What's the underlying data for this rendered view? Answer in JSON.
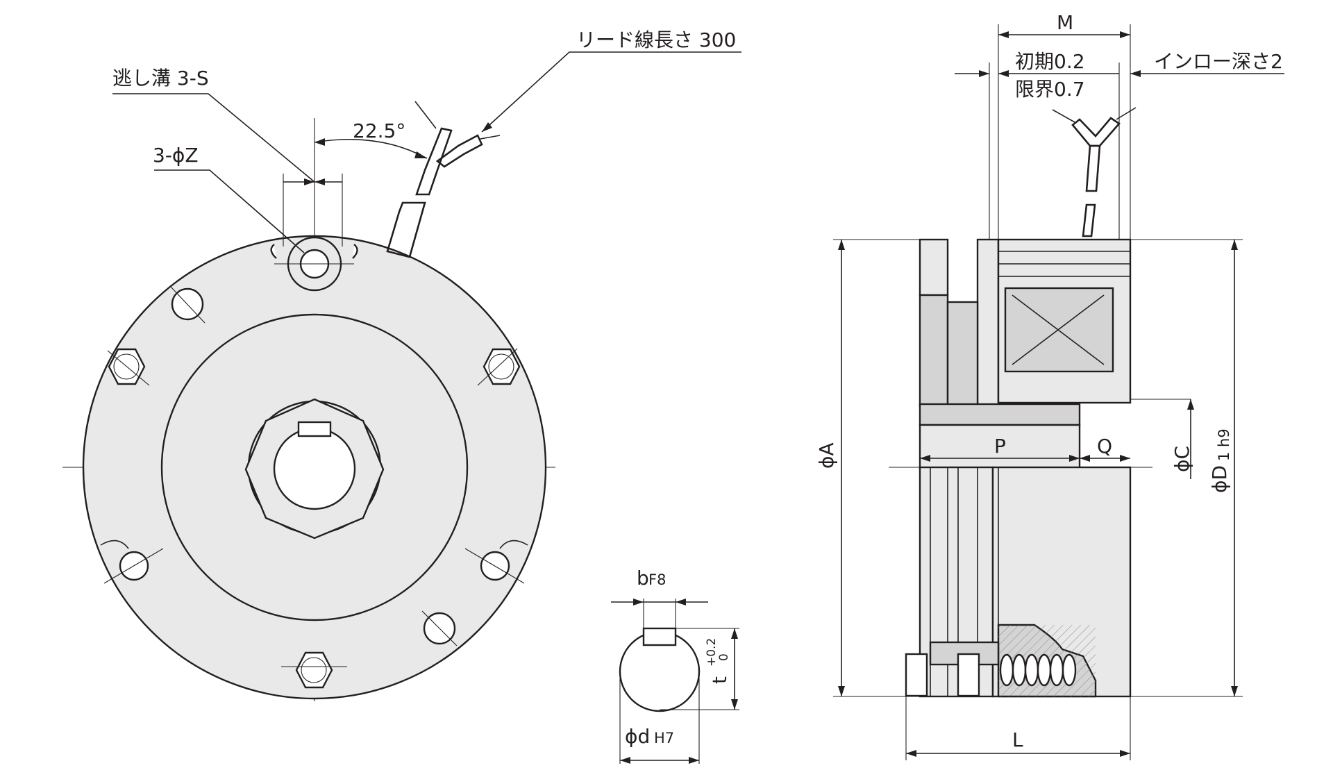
{
  "labels": {
    "lead_wire_length": "リード線長さ 300",
    "relief_groove": "逃し溝 3-S",
    "hole_count_dia": "3-ϕZ",
    "angle": "22.5°",
    "dim_M": "M",
    "gap_initial": "初期0.2",
    "gap_limit": "限界0.7",
    "spigot_depth": "インロー深さ2",
    "dim_phiA": "ϕA",
    "dim_P": "P",
    "dim_Q": "Q",
    "dim_phiC": "ϕC",
    "dim_phiD1": "ϕD",
    "dim_phiD1_sub": "1 h9",
    "dim_L": "L",
    "key_b": "b",
    "key_b_tol": "F8",
    "key_t": "t",
    "key_t_upper": "+0.2",
    "key_t_lower": "0",
    "bore_d": "ϕd",
    "bore_d_tol": "H7"
  }
}
